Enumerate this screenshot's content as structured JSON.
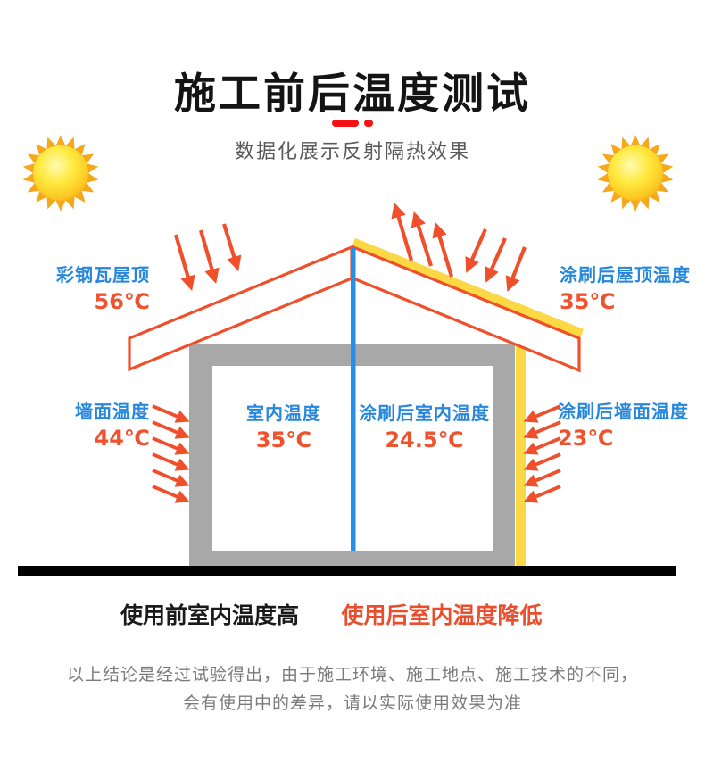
{
  "header": {
    "title": "施工前后温度测试",
    "subtitle": "数据化展示反射隔热效果"
  },
  "diagram": {
    "labels": {
      "roof_before": {
        "name": "彩钢瓦屋顶",
        "value": "56℃"
      },
      "roof_after": {
        "name": "涂刷后屋顶温度",
        "value": "35℃"
      },
      "wall_before": {
        "name": "墙面温度",
        "value": "44℃"
      },
      "wall_after": {
        "name": "涂刷后墙面温度",
        "value": "23℃"
      },
      "indoor_before": {
        "name": "室内温度",
        "value": "35℃"
      },
      "indoor_after": {
        "name": "涂刷后室内温度",
        "value": "24.5℃"
      }
    },
    "icons": [
      "sun-icon-left",
      "sun-icon-right"
    ],
    "colors": {
      "heat_arrow_red": "#ef502b",
      "label_blue": "#2787dc",
      "coating_yellow": "#fbd844",
      "wall_gray": "#a8a8a8",
      "divider_blue": "#2590e9",
      "ground_black": "#000000",
      "title_accent_red": "#f51212",
      "conclusion_red": "#e94e2e"
    }
  },
  "conclusion": {
    "before": "使用前室内温度高",
    "after": "使用后室内温度降低"
  },
  "disclaimer": {
    "line1": "以上结论是经过试验得出，由于施工环境、施工地点、施工技术的不同，",
    "line2": "会有使用中的差异，请以实际使用效果为准"
  }
}
